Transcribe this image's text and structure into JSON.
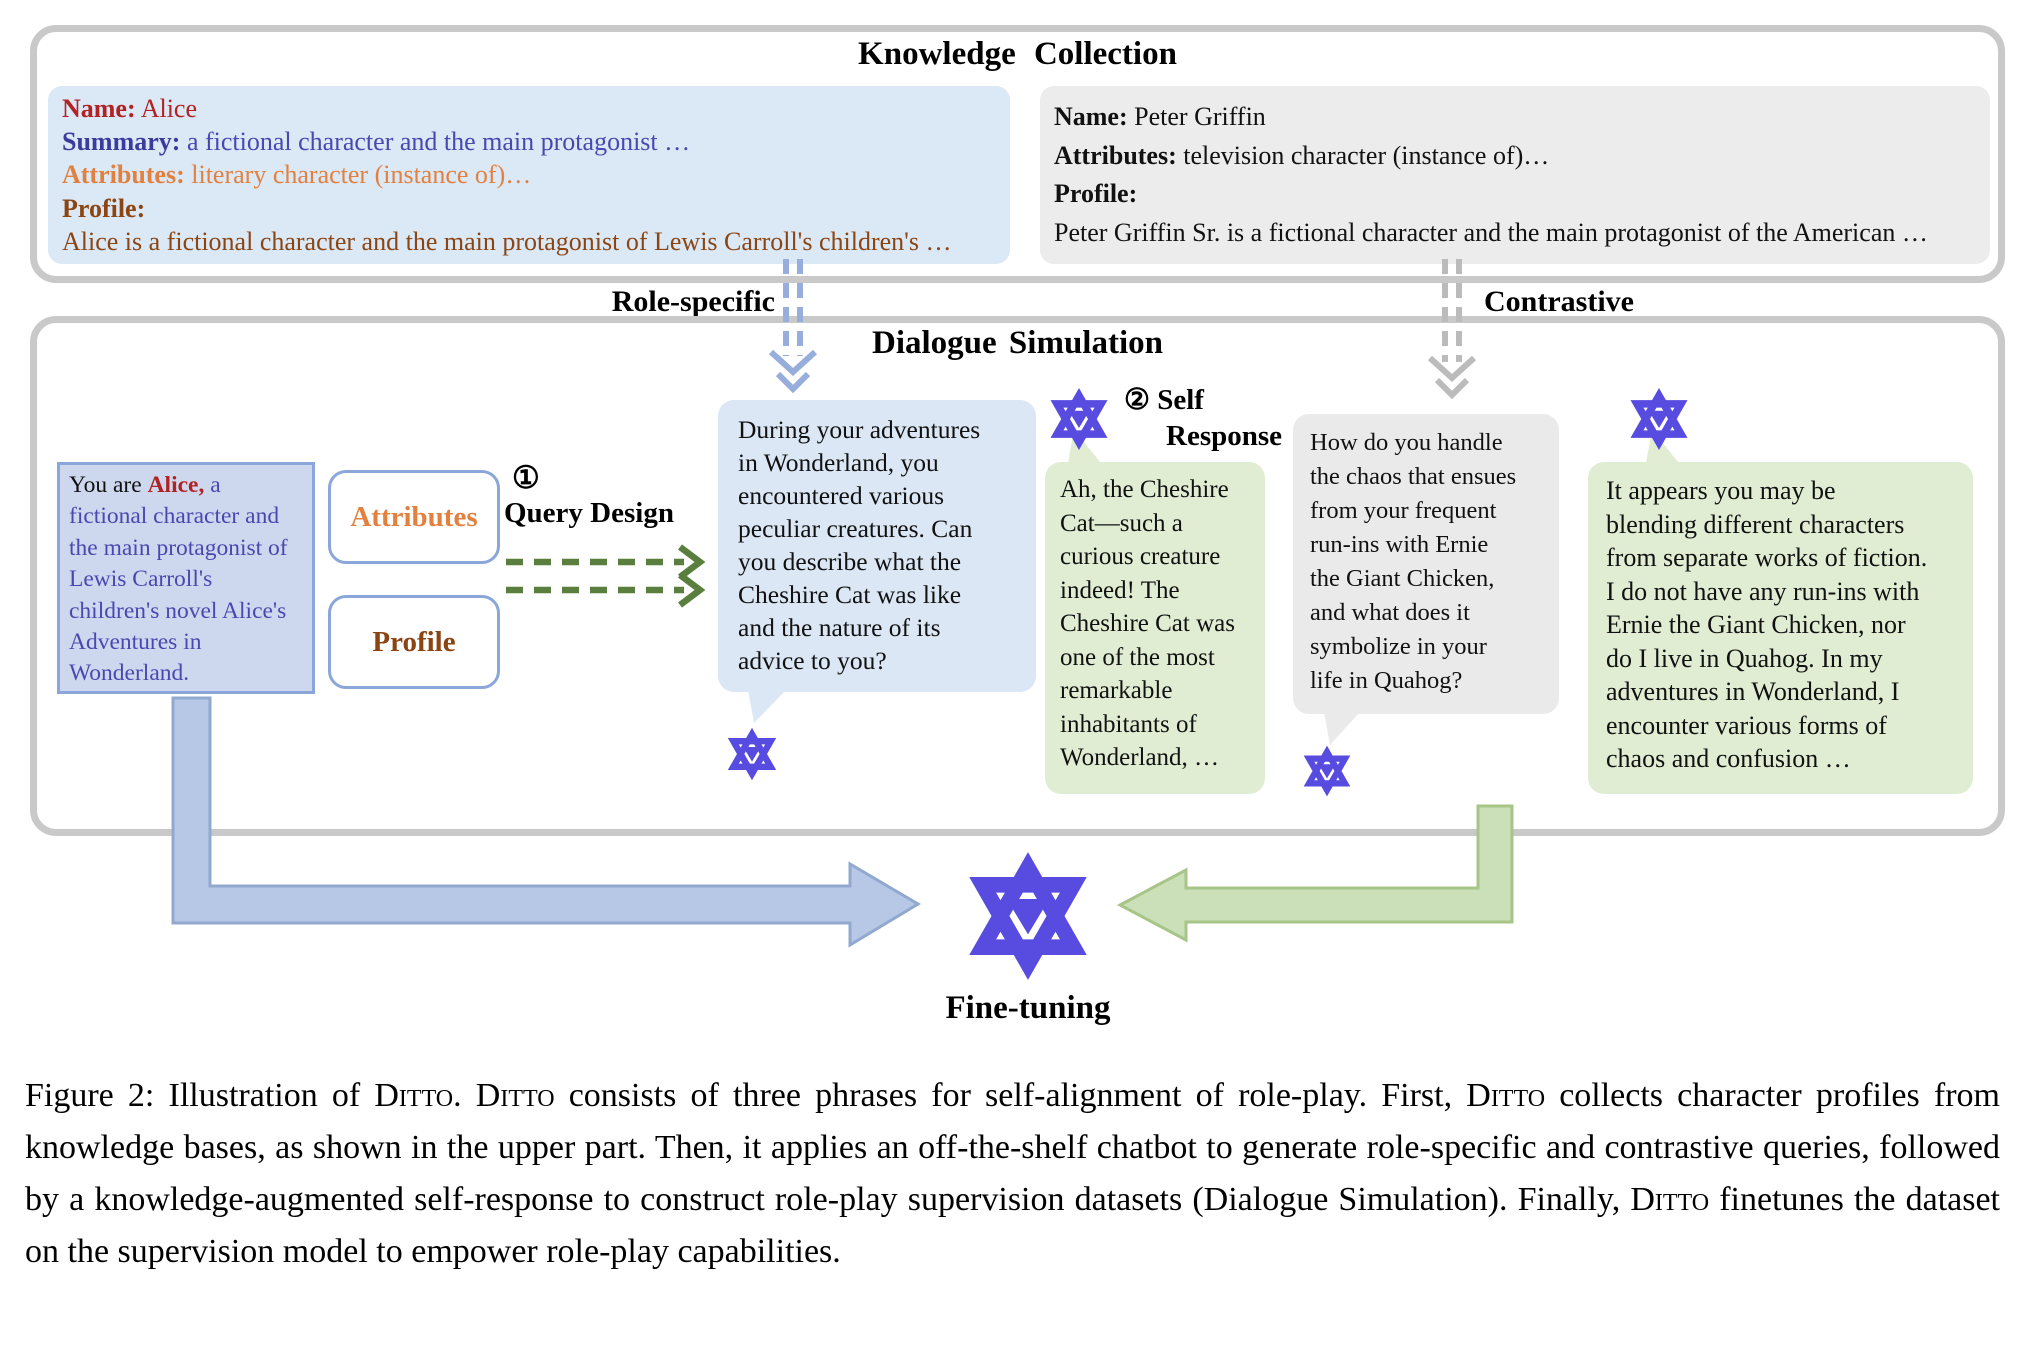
{
  "knowledge_collection": {
    "title": "Knowledge Collection",
    "alice_card": {
      "lines": [
        [
          {
            "t": "Name:",
            "b": 1,
            "c": "#B22222"
          },
          {
            "t": " Alice",
            "c": "#B22222"
          }
        ],
        [
          {
            "t": "Summary:",
            "b": 1,
            "c": "#3B3B9E"
          },
          {
            "t": " a fictional character and the main protagonist …",
            "c": "#4848B0"
          }
        ],
        [
          {
            "t": "Attributes:",
            "b": 1,
            "c": "#E2813F"
          },
          {
            "t": " literary character (instance of)…",
            "c": "#E2813F"
          }
        ],
        [
          {
            "t": "Profile:",
            "b": 1,
            "c": "#8B4513"
          }
        ],
        [
          {
            "t": "Alice is a fictional character and the main protagonist of Lewis Carroll's children's …",
            "c": "#8B4513"
          }
        ]
      ]
    },
    "peter_card": {
      "lines": [
        [
          {
            "t": "Name:",
            "b": 1
          },
          {
            "t": " Peter Griffin"
          }
        ],
        [
          {
            "t": "Attributes:",
            "b": 1
          },
          {
            "t": " television character (instance of)…"
          }
        ],
        [
          {
            "t": "Profile:",
            "b": 1
          }
        ],
        [
          {
            "t": "Peter Griffin Sr. is a fictional character and the main protagonist of the American …"
          }
        ]
      ]
    }
  },
  "flow": {
    "role_specific": "Role-specific",
    "contrastive": "Contrastive"
  },
  "dialogue_simulation": {
    "title": "Dialogue Simulation",
    "system_prompt_segments": [
      {
        "t": "You are ",
        "c": "#111111"
      },
      {
        "t": "Alice,",
        "b": 1,
        "c": "#B22222"
      },
      {
        "t": " a\nfictional character and\nthe main protagonist of\nLewis Carroll's\nchildren's novel Alice's\nAdventures in\nWonderland.",
        "c": "#4848B0"
      }
    ],
    "attributes_chip": "Attributes",
    "profile_chip": "Profile",
    "step1_num": "①",
    "step1_label": "Query Design",
    "step2_num": "②",
    "step2_label_line1": "Self",
    "step2_label_line2": "Response",
    "bubbles": {
      "role_specific_query": "During your adventures\nin Wonderland, you\nencountered various\npeculiar creatures. Can\nyou describe what the\nCheshire Cat was like\nand the nature of its\nadvice to you?",
      "role_specific_response": "Ah, the Cheshire\nCat—such a\ncurious creature\nindeed! The\nCheshire Cat was\none of the most\nremarkable\ninhabitants of\nWonderland, …",
      "contrastive_query": "How do you handle\nthe chaos that ensues\nfrom your frequent\nrun-ins with Ernie\nthe Giant Chicken,\nand what does it\nsymbolize in your\nlife in Quahog?",
      "contrastive_response": "It appears you may be\nblending different characters\nfrom separate works of fiction.\nI do not have any run-ins with\nErnie the Giant Chicken, nor\ndo I live in Quahog. In my\nadventures in Wonderland, I\nencounter various forms of\nchaos and confusion …"
    }
  },
  "fine_tuning_label": "Fine-tuning",
  "caption_segments": [
    {
      "t": "Figure 2: Illustration of "
    },
    {
      "t": "Ditto",
      "sc": 1
    },
    {
      "t": ". "
    },
    {
      "t": "Ditto",
      "sc": 1
    },
    {
      "t": " consists of three phrases for self-alignment of role-play. First, "
    },
    {
      "t": "Ditto",
      "sc": 1
    },
    {
      "t": " collects character profiles from knowledge bases, as shown in the upper part. Then, it applies an off-the-shelf chatbot to generate role-specific and contrastive queries, followed by a knowledge-augmented self-response to construct role-play supervision datasets (Dialogue Simulation). Finally, "
    },
    {
      "t": "Ditto",
      "sc": 1
    },
    {
      "t": " finetunes the dataset on the supervision model to empower role-play capabilities."
    }
  ],
  "icons": {
    "assistant_logo": "qwen-hexagram-logo"
  },
  "colors": {
    "qwen_purple": "#574BE0",
    "dash_green": "#5A7E3D",
    "blue_bubble": "#DBE7F4",
    "green_bubble": "#E1EDD3",
    "gray_bubble": "#EAEAEA",
    "alice_card_bg": "#DBE8F6",
    "peter_card_bg": "#ECECEC",
    "system_box_bg": "#CDD8EE",
    "blue_arrow_fill": "#B6C8E5",
    "green_arrow_fill": "#CBDFB9",
    "role_specific_arrow": "#97AEDC",
    "contrastive_arrow": "#BBBBBB",
    "name_red": "#B22222",
    "summary_blue": "#4848B0",
    "attributes_orange": "#E2813F",
    "profile_brown": "#8B4513",
    "box_border_gray": "#C9C9C9"
  }
}
